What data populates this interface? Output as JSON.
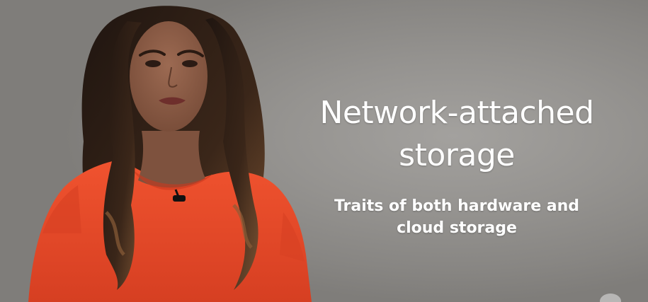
{
  "slide": {
    "title_line1": "Network-attached",
    "title_line2": "storage",
    "subtitle_line1": "Traits of both hardware and",
    "subtitle_line2": "cloud storage"
  },
  "colors": {
    "background": "#8f8d8a",
    "dress": "#e8462a",
    "hair": "#2a1c16",
    "skin": "#8a5a44",
    "text": "#ffffff"
  }
}
